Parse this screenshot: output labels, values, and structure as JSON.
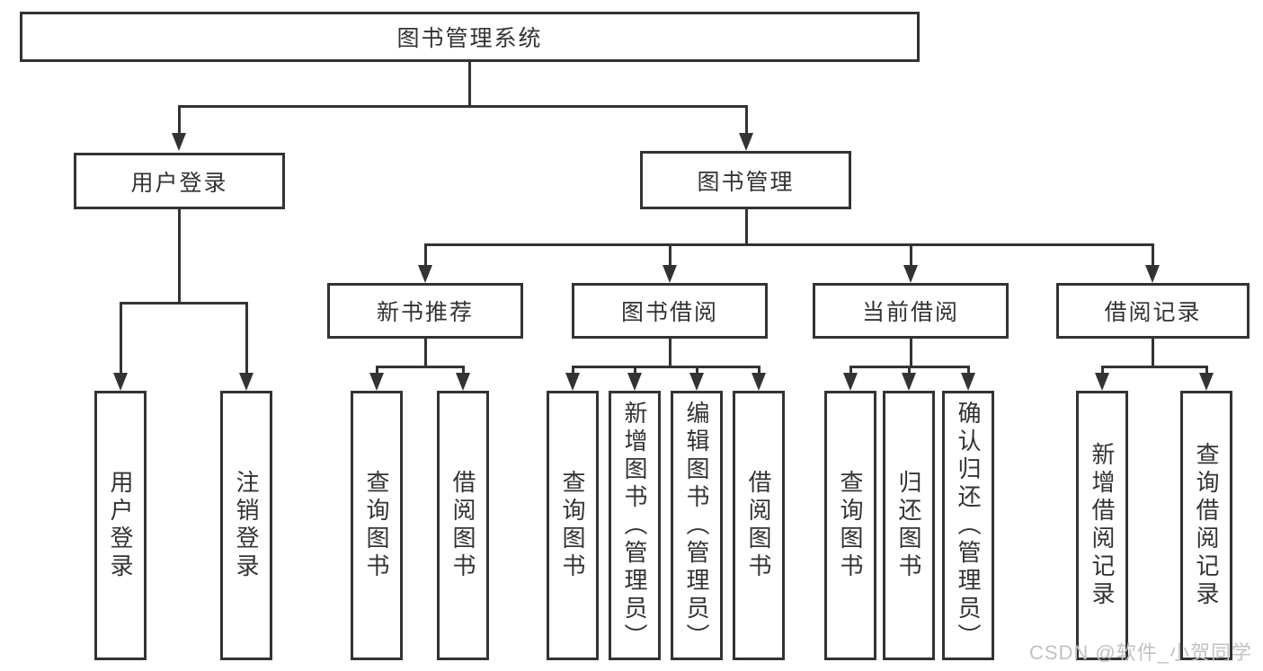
{
  "title": "图书管理系统",
  "tree": {
    "root": "图书管理系统",
    "branches": [
      {
        "label": "用户登录",
        "children": [
          "用户登录",
          "注销登录"
        ]
      },
      {
        "label": "图书管理",
        "groups": [
          {
            "label": "新书推荐",
            "children": [
              "查询图书",
              "借阅图书"
            ]
          },
          {
            "label": "图书借阅",
            "children": [
              "查询图书",
              "新增图书（管理员）",
              "编辑图书（管理员）",
              "借阅图书"
            ]
          },
          {
            "label": "当前借阅",
            "children": [
              "查询图书",
              "归还图书",
              "确认归还（管理员）"
            ]
          },
          {
            "label": "借阅记录",
            "children": [
              "新增借阅记录",
              "查询借阅记录"
            ]
          }
        ]
      }
    ]
  },
  "watermark": "CSDN @软件_小贺同学",
  "colors": {
    "line": "#333333",
    "text": "#333333",
    "background": "#ffffff",
    "watermark": "#c2c2c2"
  }
}
